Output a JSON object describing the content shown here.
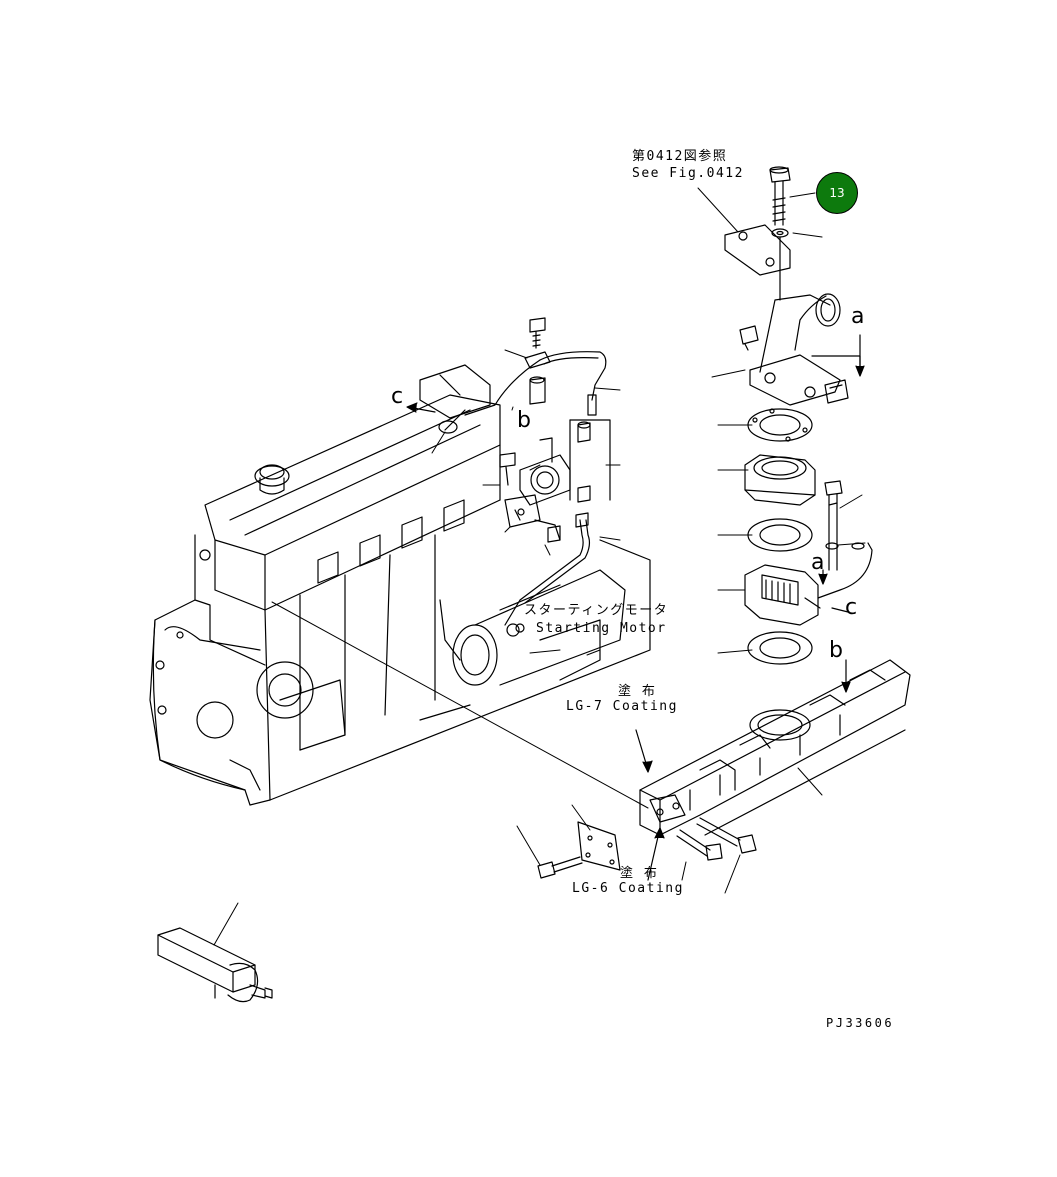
{
  "callout": {
    "number": "13",
    "color": "#0d7a0d"
  },
  "labels": {
    "see_fig_jp": "第0412図参照",
    "see_fig_en": "See Fig.0412",
    "starting_motor_jp": "スターティングモータ",
    "starting_motor_en": "Starting Motor",
    "lg7_jp": "塗 布",
    "lg7_en": "LG-7 Coating",
    "lg6_jp": "塗 布",
    "lg6_en": "LG-6 Coating",
    "drawing_code": "PJ33606"
  },
  "letters": {
    "a_top": "a",
    "a_mid": "a",
    "b_left": "b",
    "b_right": "b",
    "c_left": "c",
    "c_right": "c"
  }
}
